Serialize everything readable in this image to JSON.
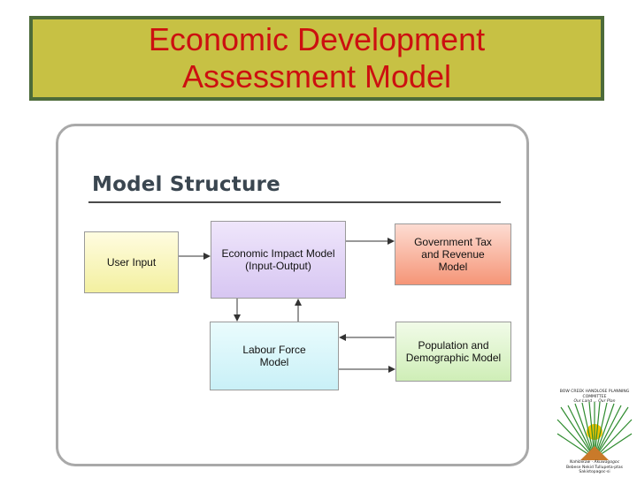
{
  "slide": {
    "title_line1": "Economic Development",
    "title_line2": "Assessment Model"
  },
  "panel": {
    "heading": "Model Structure"
  },
  "diagram": {
    "nodes": {
      "user_input": "User Input",
      "economic_impact": "Economic Impact Model\n(Input-Output)",
      "government_tax": "Government Tax\nand Revenue\nModel",
      "labour_force": "Labour Force\nModel",
      "population": "Population and\nDemographic Model"
    }
  },
  "logo": {
    "top_line1": "BOW CREEK HANDLOSE PLANNING COMMITTEE",
    "top_line2": "Our Land ... Our Plan",
    "bottom_line1": "Nahibikaw · Akuwagogoc",
    "bottom_line2": "Bebese Nekid Tullupeta-ptas Sakistopagoc-si"
  },
  "colors": {
    "title_bg": "#c7c144",
    "title_border": "#4d6b3a",
    "title_text": "#cc1010"
  }
}
